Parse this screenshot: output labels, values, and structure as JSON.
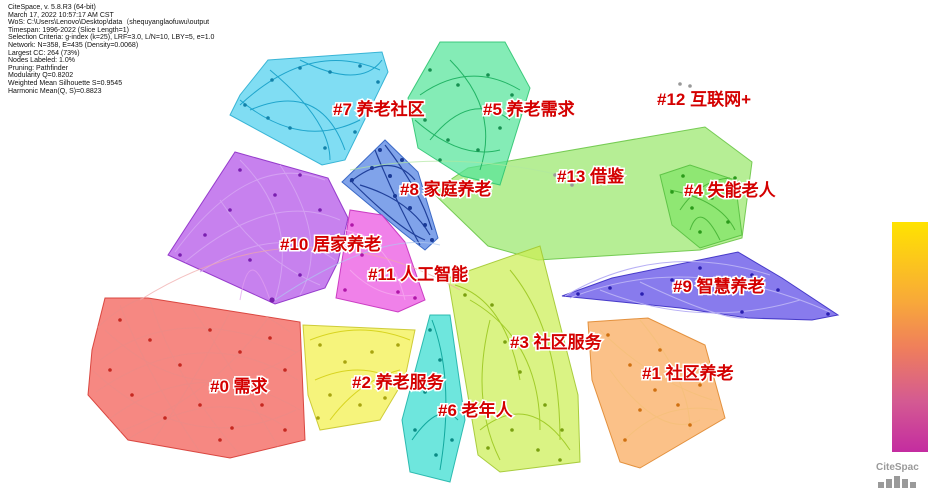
{
  "meta_lines": [
    "CiteSpace, v. 5.8.R3 (64-bit)",
    "March 17, 2022 10:57:17 AM CST",
    "WoS: C:\\Users\\Lenovo\\Desktop\\data（shequyanglaofuwu\\output",
    "Timespan: 1996-2022 (Slice Length=1)",
    "Selection Criteria: g-index (k=25), LRF=3.0, L/N=10, LBY=5, e=1.0",
    "Network: N=358, E=435 (Density=0.0068)",
    "Largest CC: 264 (73%)",
    "Nodes Labeled: 1.0%",
    "Pruning: Pathfinder",
    "Modularity Q=0.8202",
    "Weighted Mean Silhouette S=0.9545",
    "Harmonic Mean(Q, S)=0.8823"
  ],
  "clusters": [
    {
      "id": "c0",
      "label": "#0 需求",
      "color": "#f4433f"
    },
    {
      "id": "c1",
      "label": "#1 社区养老",
      "color": "#f9a04c"
    },
    {
      "id": "c2",
      "label": "#2 养老服务",
      "color": "#f3f03c"
    },
    {
      "id": "c3",
      "label": "#3 社区服务",
      "color": "#c7ef3d"
    },
    {
      "id": "c4",
      "label": "#4 失能老人",
      "color": "#72e85a"
    },
    {
      "id": "c5",
      "label": "#5 养老需求",
      "color": "#3fe58a"
    },
    {
      "id": "c6",
      "label": "#6 老年人",
      "color": "#1ed9cc"
    },
    {
      "id": "c7",
      "label": "#7 养老社区",
      "color": "#2ec8ea"
    },
    {
      "id": "c8",
      "label": "#8 家庭养老",
      "color": "#3a6fdc"
    },
    {
      "id": "c9",
      "label": "#9 智慧养老",
      "color": "#4a3fe0"
    },
    {
      "id": "c10",
      "label": "#10 居家养老",
      "color": "#a63fe6"
    },
    {
      "id": "c11",
      "label": "#11 人工智能",
      "color": "#e637e0"
    },
    {
      "id": "c12",
      "label": "#12 互联网+",
      "color": "#bbbbbb"
    },
    {
      "id": "c13",
      "label": "#13 借鉴",
      "color": "#8ee860"
    }
  ],
  "brand": "CiteSpac"
}
